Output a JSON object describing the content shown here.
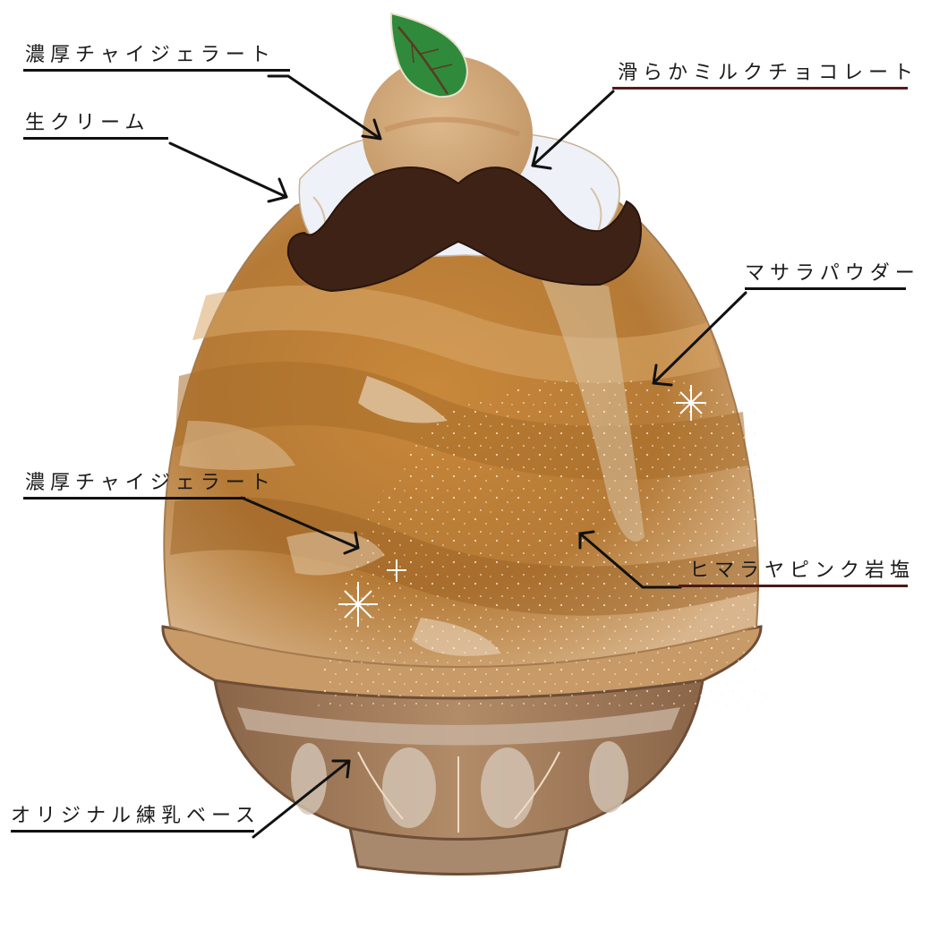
{
  "illustration": {
    "subject": "chai kakigori shaved ice with mustache chocolate",
    "colors": {
      "ice_light": "#d9a86a",
      "ice_mid": "#c68a3e",
      "ice_dark": "#a86d2a",
      "mustache": "#3e2216",
      "gelato_scoop": "#d2a878",
      "leaf": "#2f8a3c",
      "cream": "#eef1f7",
      "bowl": "#a27b58",
      "bowl_dark": "#6e4e36",
      "label_highlight": "#f8a8a8"
    }
  },
  "labels": [
    {
      "id": "chai-gelato-top",
      "text": "濃厚チャイジェラート"
    },
    {
      "id": "fresh-cream",
      "text": "生クリーム"
    },
    {
      "id": "milk-chocolate",
      "text": "滑らかミルクチョコレート"
    },
    {
      "id": "masala-powder",
      "text": "マサラパウダー"
    },
    {
      "id": "chai-gelato-middle",
      "text": "濃厚チャイジェラート"
    },
    {
      "id": "himalayan-pink-salt",
      "text": "ヒマラヤピンク岩塩"
    },
    {
      "id": "condensed-milk-base",
      "text": "オリジナル練乳ベース"
    }
  ]
}
